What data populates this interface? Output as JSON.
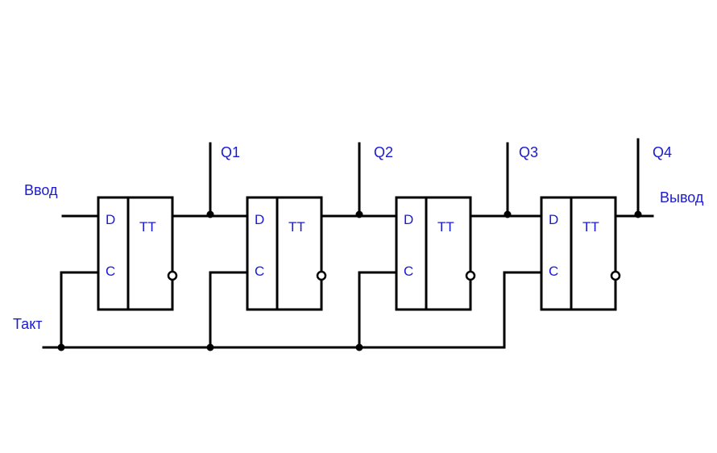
{
  "diagram": {
    "input_label": "Ввод",
    "output_label": "Вывод",
    "clock_label": "Такт",
    "flipflops": [
      {
        "d_label": "D",
        "c_label": "C",
        "type_label": "TT",
        "output_label": "Q1"
      },
      {
        "d_label": "D",
        "c_label": "C",
        "type_label": "TT",
        "output_label": "Q2"
      },
      {
        "d_label": "D",
        "c_label": "C",
        "type_label": "TT",
        "output_label": "Q3"
      },
      {
        "d_label": "D",
        "c_label": "C",
        "type_label": "TT",
        "output_label": "Q4"
      }
    ]
  }
}
